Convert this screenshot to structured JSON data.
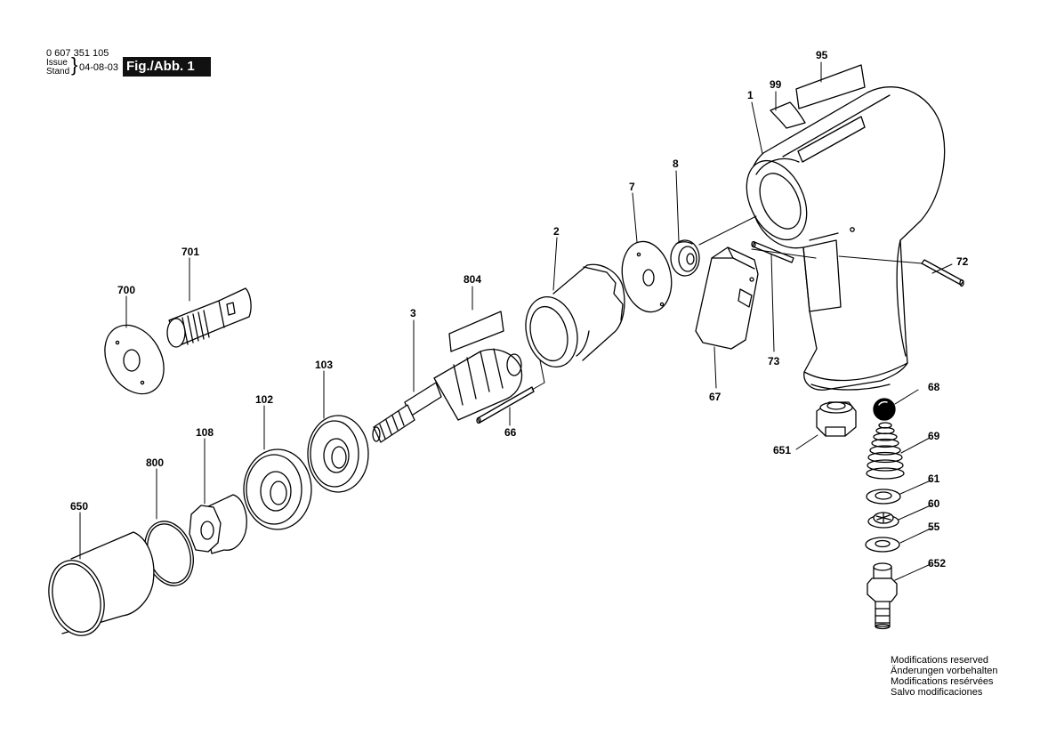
{
  "header": {
    "document_number": "0 607 351 105",
    "issue_label_1": "Issue",
    "issue_label_2": "Stand",
    "issue_date": "04-08-03",
    "figure_label": "Fig./Abb. 1"
  },
  "notes": [
    "Modifications reserved",
    "Änderungen vorbehalten",
    "Modifications resérvées",
    "Salvo modificaciones"
  ],
  "part_numbers": [
    {
      "id": "p95",
      "text": "95"
    },
    {
      "id": "p99",
      "text": "99"
    },
    {
      "id": "p1",
      "text": "1"
    },
    {
      "id": "p8",
      "text": "8"
    },
    {
      "id": "p7",
      "text": "7"
    },
    {
      "id": "p2",
      "text": "2"
    },
    {
      "id": "p72",
      "text": "72"
    },
    {
      "id": "p73",
      "text": "73"
    },
    {
      "id": "p67",
      "text": "67"
    },
    {
      "id": "p804",
      "text": "804"
    },
    {
      "id": "p3",
      "text": "3"
    },
    {
      "id": "p701",
      "text": "701"
    },
    {
      "id": "p700",
      "text": "700"
    },
    {
      "id": "p103",
      "text": "103"
    },
    {
      "id": "p66",
      "text": "66"
    },
    {
      "id": "p102",
      "text": "102"
    },
    {
      "id": "p108",
      "text": "108"
    },
    {
      "id": "p800",
      "text": "800"
    },
    {
      "id": "p650",
      "text": "650"
    },
    {
      "id": "p68",
      "text": "68"
    },
    {
      "id": "p651",
      "text": "651"
    },
    {
      "id": "p69",
      "text": "69"
    },
    {
      "id": "p61",
      "text": "61"
    },
    {
      "id": "p60",
      "text": "60"
    },
    {
      "id": "p55",
      "text": "55"
    },
    {
      "id": "p652",
      "text": "652"
    }
  ]
}
